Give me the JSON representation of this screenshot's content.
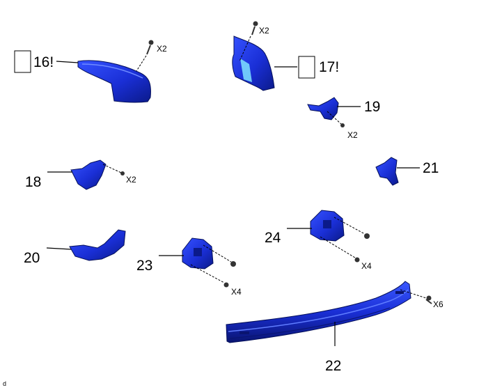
{
  "parts": {
    "p16": {
      "number": "16",
      "mark": "!",
      "qty": "X2"
    },
    "p17": {
      "number": "17",
      "mark": "!",
      "qty": "X2"
    },
    "p18": {
      "number": "18",
      "qty": "X2"
    },
    "p19": {
      "number": "19",
      "qty": "X2"
    },
    "p20": {
      "number": "20"
    },
    "p21": {
      "number": "21"
    },
    "p22": {
      "number": "22",
      "qty": "X6"
    },
    "p23": {
      "number": "23",
      "qty": "X4"
    },
    "p24": {
      "number": "24",
      "qty": "X4"
    }
  },
  "corner_code": "d",
  "colors": {
    "part_fill": "#1a2fd6",
    "part_shadow": "#0b1a8a",
    "highlight": "#5f7cff",
    "line": "#000000"
  }
}
